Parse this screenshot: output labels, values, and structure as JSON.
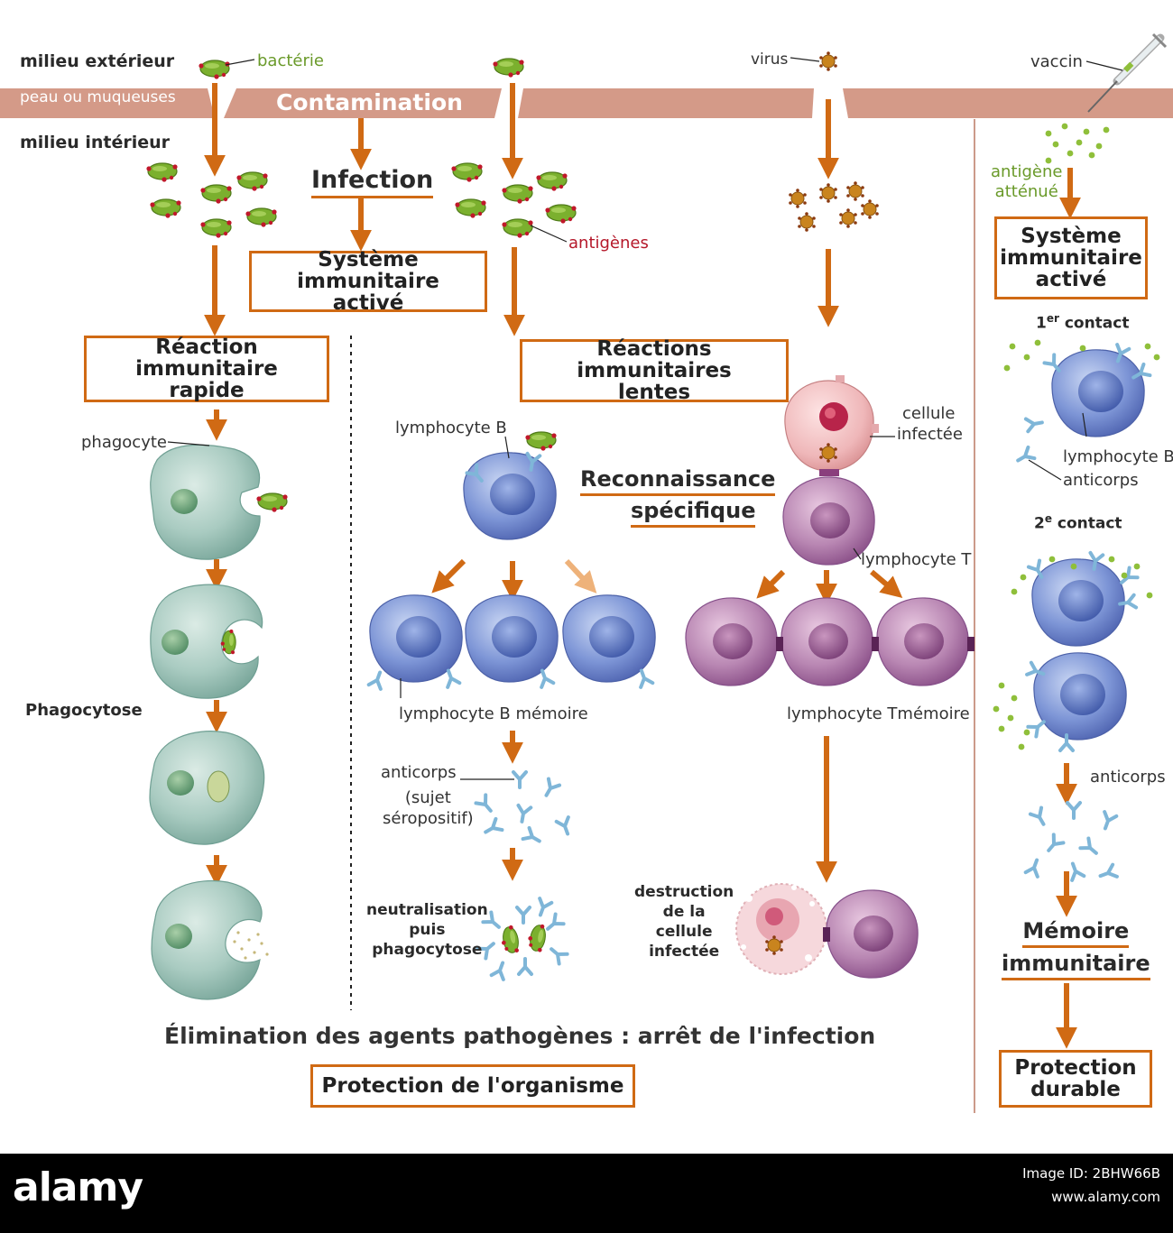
{
  "env": {
    "outside": "milieu extérieur",
    "skin": "peau ou muqueuses",
    "inside": "milieu intérieur"
  },
  "labels": {
    "bacteria": "bactérie",
    "virus": "virus",
    "vaccine": "vaccin",
    "attenuated_line1": "antigène",
    "attenuated_line2": "atténué",
    "antigens": "antigènes",
    "phagocyte": "phagocyte",
    "phagocytosis": "Phagocytose",
    "lymph_b": "lymphocyte B",
    "infected_line1": "cellule",
    "infected_line2": "infectée",
    "lymph_t": "lymphocyte T",
    "lymph_b_mem": "lymphocyte B mémoire",
    "lymph_t_mem": "lymphocyte Tmémoire",
    "antibodies": "anticorps",
    "seropos_line1": "(sujet",
    "seropos_line2": "séropositif)",
    "neutral_line1": "neutralisation",
    "neutral_line2": "puis",
    "neutral_line3": "phagocytose",
    "destr_line1": "destruction",
    "destr_line2": "de la",
    "destr_line3": "cellule",
    "destr_line4": "infectée",
    "vac_lymph_b": "lymphocyte B",
    "vac_antibodies": "anticorps",
    "first_contact_num": "1",
    "first_contact_sup": "er",
    "first_contact_word": " contact",
    "second_contact_num": "2",
    "second_contact_sup": "e",
    "second_contact_word": " contact",
    "vac_antibodies_2": "anticorps"
  },
  "titles": {
    "contamination": "Contamination",
    "infection": "Infection",
    "recognition_line1": "Reconnaissance",
    "recognition_line2": "spécifique",
    "memory_line1": "Mémoire",
    "memory_line2": "immunitaire",
    "elimination": "Élimination des agents pathogènes : arrêt de l'infection"
  },
  "boxes": {
    "immune_line1": "Système immunitaire",
    "immune_line2": "activé",
    "rapid_line1": "Réaction immunitaire",
    "rapid_line2": "rapide",
    "slow_line1": "Réactions immunitaires",
    "slow_line2": "lentes",
    "vac_line1": "Système",
    "vac_line2": "immunitaire",
    "vac_line3": "activé",
    "protection": "Protection de l'organisme",
    "durable_line1": "Protection",
    "durable_line2": "durable"
  },
  "footer": {
    "logo": "alamy",
    "image_id": "Image ID: 2BHW66B",
    "site": "www.alamy.com"
  },
  "colors": {
    "arrow": "#d06a14",
    "skin": "#d49a88",
    "bacteria": "#7bb02e",
    "virus": "#c9841e",
    "b_cell": "#6a86cc",
    "t_cell": "#b27aa8",
    "phagocyte": "#a9cbc1",
    "antibody": "#7fb6d8"
  }
}
